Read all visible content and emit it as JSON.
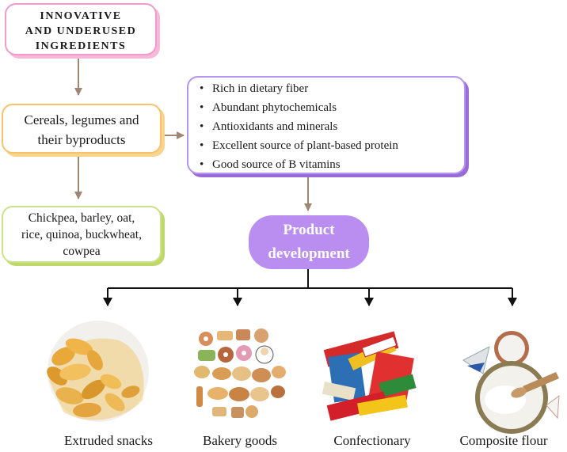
{
  "header_box": {
    "lines": [
      "INNOVATIVE",
      "AND UNDERUSED",
      "INGREDIENTS"
    ]
  },
  "cereal_box": {
    "lines": [
      "Cereals, legumes and",
      "their byproducts"
    ]
  },
  "examples_box": {
    "lines": [
      "Chickpea, barley, oat,",
      "rice, quinoa, buckwheat,",
      "cowpea"
    ]
  },
  "benefits": [
    "Rich in dietary fiber",
    "Abundant phytochemicals",
    "Antioxidants and minerals",
    "Excellent source of plant-based protein",
    "Good source of B vitamins"
  ],
  "product_box": {
    "lines": [
      "Product",
      "development"
    ]
  },
  "products": [
    {
      "label": "Extruded snacks",
      "icon": "extruded-snacks-photo"
    },
    {
      "label": "Bakery goods",
      "icon": "bakery-goods-illustration"
    },
    {
      "label": "Confectionary",
      "icon": "candy-bars-photo"
    },
    {
      "label": "Composite flour",
      "icon": "flour-bowls-photo"
    }
  ],
  "colors": {
    "pink": "#f29ac9",
    "orange": "#f7c26a",
    "green": "#cde08b",
    "purple": "#b794ee",
    "pill": "#b98ef0",
    "arrow": "#a08775"
  }
}
